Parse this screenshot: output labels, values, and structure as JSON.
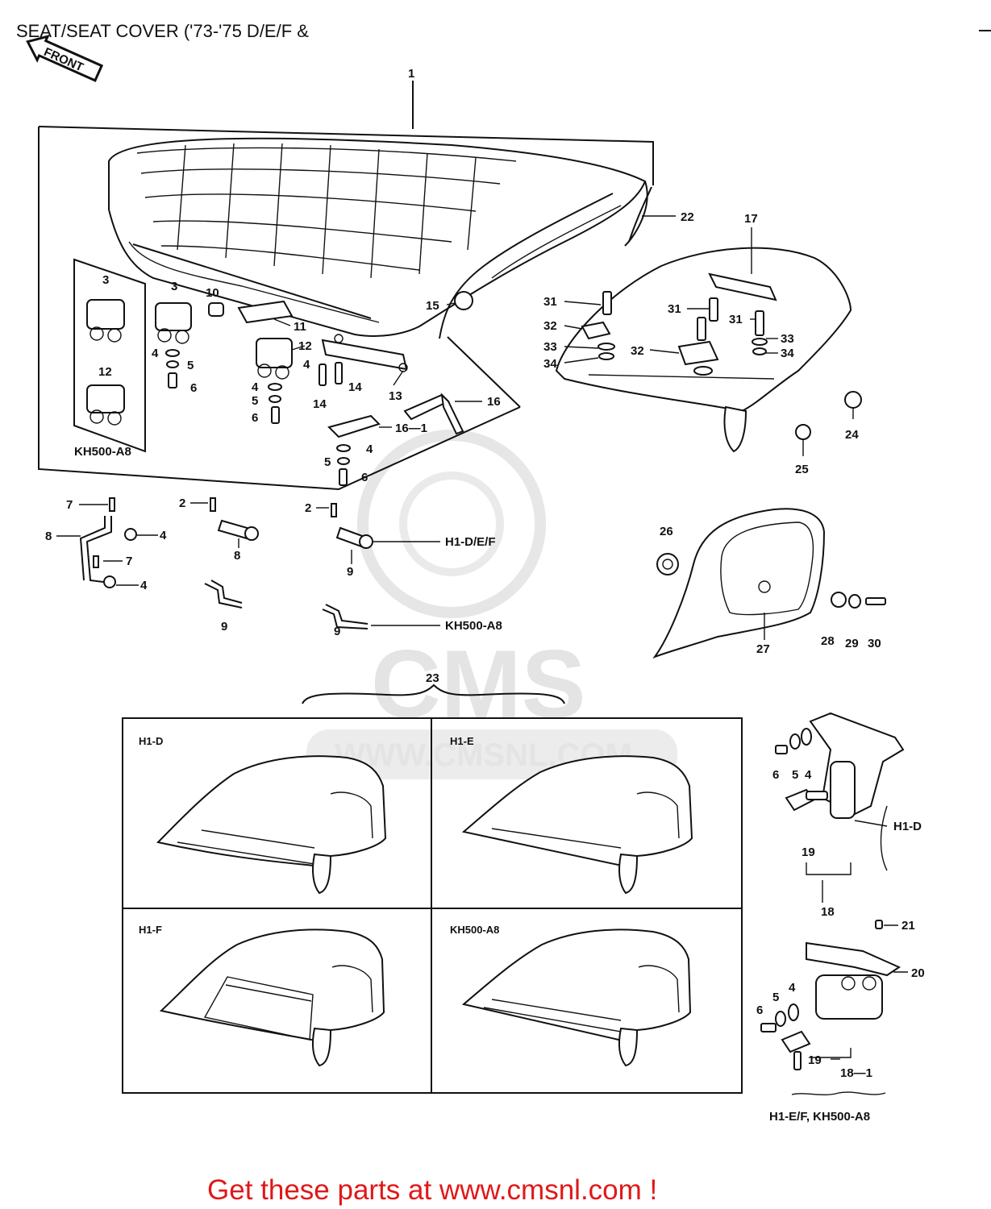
{
  "header": {
    "title": "SEAT/SEAT COVER ('73-'75 D/E/F &",
    "front_tag": "FRONT"
  },
  "watermark": {
    "brand": "CMS",
    "url": "WWW.CMSNL.COM"
  },
  "callouts": [
    {
      "id": "c1",
      "text": "1"
    },
    {
      "id": "c22",
      "text": "22"
    },
    {
      "id": "c17",
      "text": "17"
    },
    {
      "id": "c3a",
      "text": "3"
    },
    {
      "id": "c3b",
      "text": "3"
    },
    {
      "id": "c10",
      "text": "10"
    },
    {
      "id": "c11",
      "text": "11"
    },
    {
      "id": "c15",
      "text": "15"
    },
    {
      "id": "c4a",
      "text": "4"
    },
    {
      "id": "c5a",
      "text": "5"
    },
    {
      "id": "c6a",
      "text": "6"
    },
    {
      "id": "c12a",
      "text": "12"
    },
    {
      "id": "c12b",
      "text": "12"
    },
    {
      "id": "c4b",
      "text": "4"
    },
    {
      "id": "c5b",
      "text": "5"
    },
    {
      "id": "c6b",
      "text": "6"
    },
    {
      "id": "c4c",
      "text": "4"
    },
    {
      "id": "c14a",
      "text": "14"
    },
    {
      "id": "c14b",
      "text": "14"
    },
    {
      "id": "c13",
      "text": "13"
    },
    {
      "id": "c16",
      "text": "16"
    },
    {
      "id": "c161",
      "text": "16—1"
    },
    {
      "id": "c4d",
      "text": "4"
    },
    {
      "id": "c5c",
      "text": "5"
    },
    {
      "id": "c6c",
      "text": "6"
    },
    {
      "id": "cKHa",
      "text": "KH500-A8"
    },
    {
      "id": "c31a",
      "text": "31"
    },
    {
      "id": "c31b",
      "text": "31"
    },
    {
      "id": "c31c",
      "text": "31"
    },
    {
      "id": "c32a",
      "text": "32"
    },
    {
      "id": "c32b",
      "text": "32"
    },
    {
      "id": "c33a",
      "text": "33"
    },
    {
      "id": "c33b",
      "text": "33"
    },
    {
      "id": "c34a",
      "text": "34"
    },
    {
      "id": "c34b",
      "text": "34"
    },
    {
      "id": "c24",
      "text": "24"
    },
    {
      "id": "c25",
      "text": "25"
    },
    {
      "id": "c7a",
      "text": "7"
    },
    {
      "id": "c7b",
      "text": "7"
    },
    {
      "id": "c8a",
      "text": "8"
    },
    {
      "id": "c8b",
      "text": "8"
    },
    {
      "id": "c4e",
      "text": "4"
    },
    {
      "id": "c4f",
      "text": "4"
    },
    {
      "id": "c2a",
      "text": "2"
    },
    {
      "id": "c2b",
      "text": "2"
    },
    {
      "id": "c9a",
      "text": "9"
    },
    {
      "id": "c9b",
      "text": "9"
    },
    {
      "id": "c9c",
      "text": "9"
    },
    {
      "id": "cH1DEF",
      "text": "H1-D/E/F"
    },
    {
      "id": "cKHb",
      "text": "KH500-A8"
    },
    {
      "id": "c26",
      "text": "26"
    },
    {
      "id": "c27",
      "text": "27"
    },
    {
      "id": "c28",
      "text": "28"
    },
    {
      "id": "c29",
      "text": "29"
    },
    {
      "id": "c30",
      "text": "30"
    },
    {
      "id": "c23",
      "text": "23"
    },
    {
      "id": "c6d",
      "text": "6"
    },
    {
      "id": "c5d",
      "text": "5"
    },
    {
      "id": "c4g",
      "text": "4"
    },
    {
      "id": "cH1Dlock",
      "text": "H1-D"
    },
    {
      "id": "c19a",
      "text": "19"
    },
    {
      "id": "c18",
      "text": "18"
    },
    {
      "id": "c21",
      "text": "21"
    },
    {
      "id": "c20",
      "text": "20"
    },
    {
      "id": "c6e",
      "text": "6"
    },
    {
      "id": "c5e",
      "text": "5"
    },
    {
      "id": "c4h",
      "text": "4"
    },
    {
      "id": "c19b",
      "text": "19"
    },
    {
      "id": "c181",
      "text": "18—1"
    },
    {
      "id": "cH1EFKH",
      "text": "H1-E/F, KH500-A8"
    }
  ],
  "variant_panels": [
    {
      "label": "H1-D"
    },
    {
      "label": "H1-E"
    },
    {
      "label": "H1-F"
    },
    {
      "label": "KH500-A8"
    }
  ],
  "footer": {
    "cta": "Get these parts at www.cmsnl.com !"
  }
}
